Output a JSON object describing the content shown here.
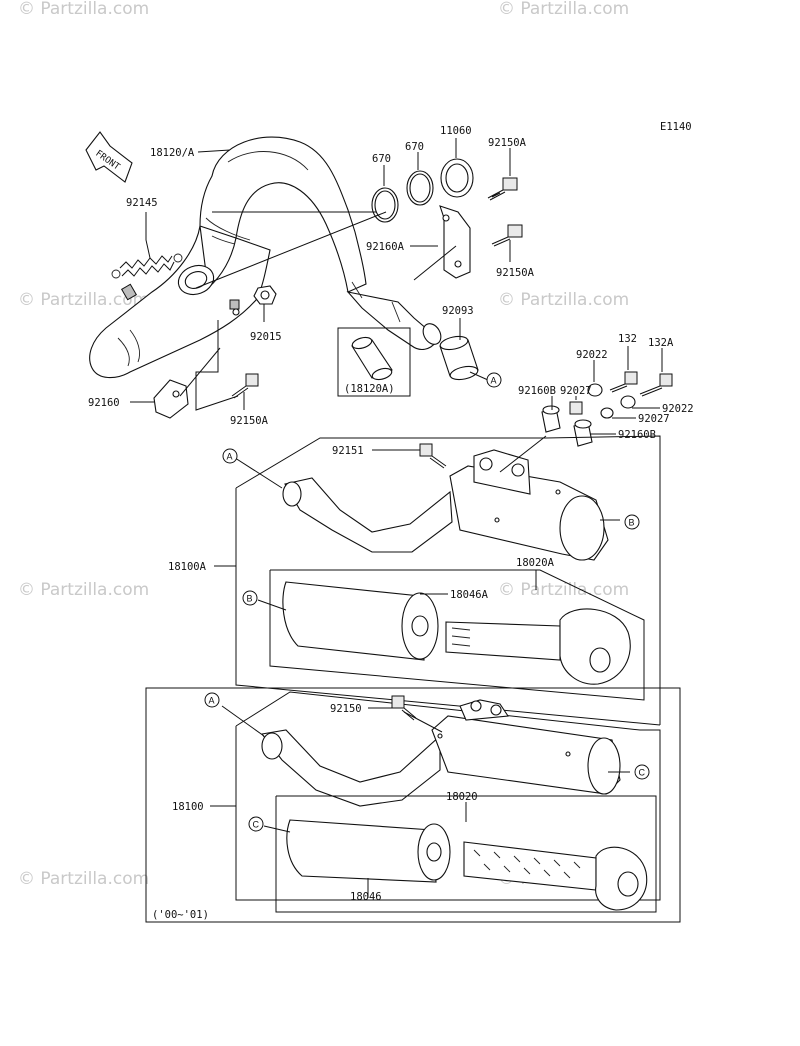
{
  "diagram_code": "E1140",
  "front_label": "FRONT",
  "watermark": "© Partzilla.com",
  "parts": {
    "p18120A": "18120/A",
    "p92145": "92145",
    "p670a": "670",
    "p670b": "670",
    "p11060": "11060",
    "p92150A_top": "92150A",
    "p92160A": "92160A",
    "p92150A_mid": "92150A",
    "p92093": "92093",
    "p92015": "92015",
    "p92160": "92160",
    "p92150A_low": "92150A",
    "p18120A_inset": "(18120A)",
    "p132": "132",
    "p132A": "132A",
    "p92022a": "92022",
    "p92022b": "92022",
    "p92027a": "92027",
    "p92027b": "92027",
    "p92160B_a": "92160B",
    "p92160B_b": "92160B",
    "p92151": "92151",
    "p18100A": "18100A",
    "p18020A": "18020A",
    "p18046A": "18046A",
    "p92150": "92150",
    "p18100": "18100",
    "p18020": "18020",
    "p18046": "18046",
    "years": "('00~'01)"
  },
  "refs": {
    "a1": "A",
    "a2": "A",
    "a3": "A",
    "b1": "B",
    "b2": "B",
    "c1": "C",
    "c2": "C"
  }
}
